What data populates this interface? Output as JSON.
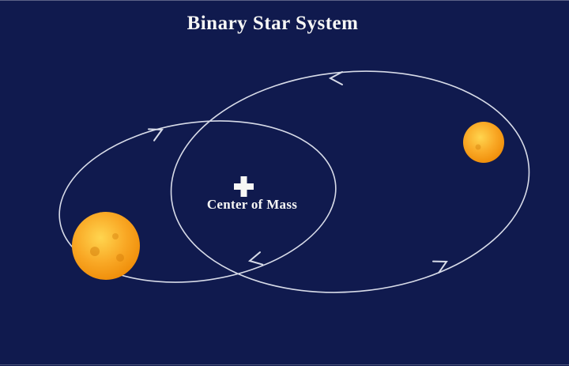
{
  "title": "Binary Star System",
  "diagram": {
    "type": "diagram",
    "description": "Two stars of unequal mass orbiting a common center of mass on overlapping elliptical orbits, with arrows showing orbital direction",
    "center_of_mass_label": "Center of Mass",
    "stars": [
      {
        "name": "primary-star",
        "relative_size": "large"
      },
      {
        "name": "secondary-star",
        "relative_size": "small"
      }
    ],
    "orbit_count": 2,
    "arrow_count": 4
  },
  "colors": {
    "background": "#101a4e",
    "orbit_line": "#d7dbe8",
    "text": "#f7f7f5",
    "star_core": "#ffd54f",
    "star_mid": "#f9a825",
    "star_edge": "#ee8a06",
    "star_spot": "#c96f00",
    "edge_line": "#9aa0b8"
  }
}
